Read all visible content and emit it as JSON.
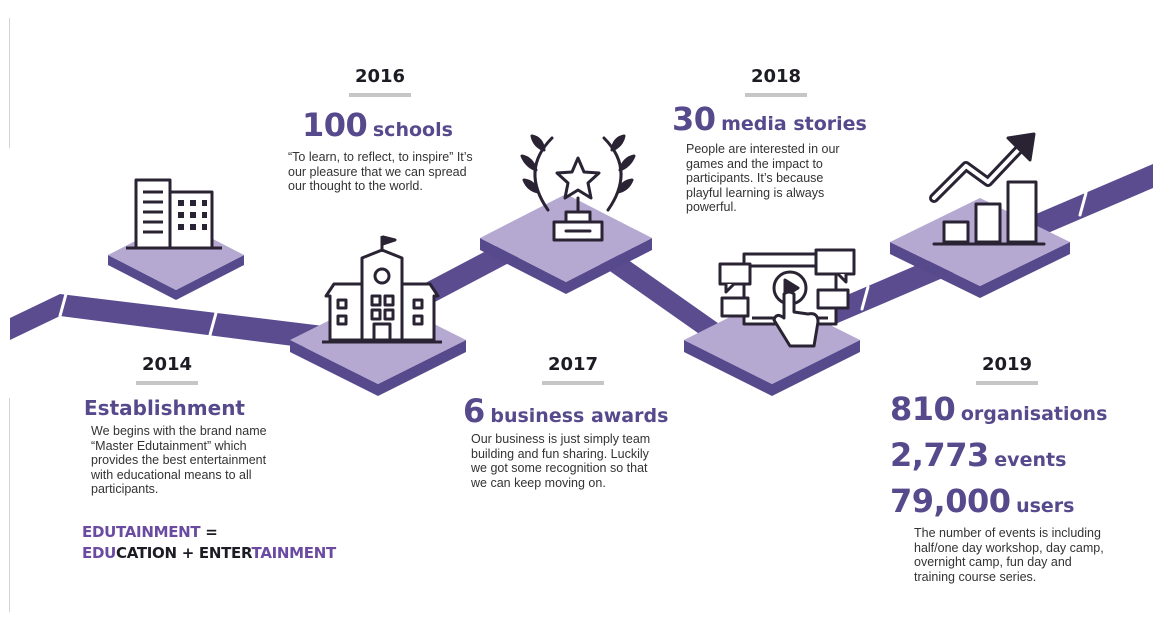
{
  "colors": {
    "accent": "#574a8c",
    "platform_top": "#b6a9d1",
    "platform_side": "#574a8c",
    "road": "#5a4c8f",
    "icon": "#2a2333",
    "text": "#333333"
  },
  "milestones": [
    {
      "year": "2014",
      "headline_num": "",
      "headline_unit": "Establishment",
      "description": "We begins with the brand name “Master Edutainment” which provides the best entertainment with educational means to all participants.",
      "icon": "office-building-icon"
    },
    {
      "year": "2016",
      "headline_num": "100",
      "headline_unit": "schools",
      "description": "“To learn, to reflect, to inspire” It’s our pleasure that we can spread our thought to the world.",
      "icon": "school-building-icon"
    },
    {
      "year": "2017",
      "headline_num": "6",
      "headline_unit": "business awards",
      "description": "Our business is just simply team building and fun sharing. Luckily we got some recognition so that we can keep moving on.",
      "icon": "award-trophy-icon"
    },
    {
      "year": "2018",
      "headline_num": "30",
      "headline_unit": "media stories",
      "description": "People are interested in our games and the impact to participants. It’s because playful learning is always powerful.",
      "icon": "media-video-icon"
    },
    {
      "year": "2019",
      "stats": [
        {
          "num": "810",
          "unit": "organisations"
        },
        {
          "num": "2,773",
          "unit": "events"
        },
        {
          "num": "79,000",
          "unit": "users"
        }
      ],
      "description": "The number of events is including half/one day workshop, day camp, overnight camp, fun day and training course series.",
      "icon": "growth-chart-icon"
    }
  ],
  "tagline": {
    "line1": {
      "highlight": "EDUTAINMENT",
      "plain": " ="
    },
    "line2": {
      "edu": "EDU",
      "cation": "CATION",
      "plus": " + ",
      "enter": "ENTER",
      "tainment": "TAINMENT"
    }
  }
}
